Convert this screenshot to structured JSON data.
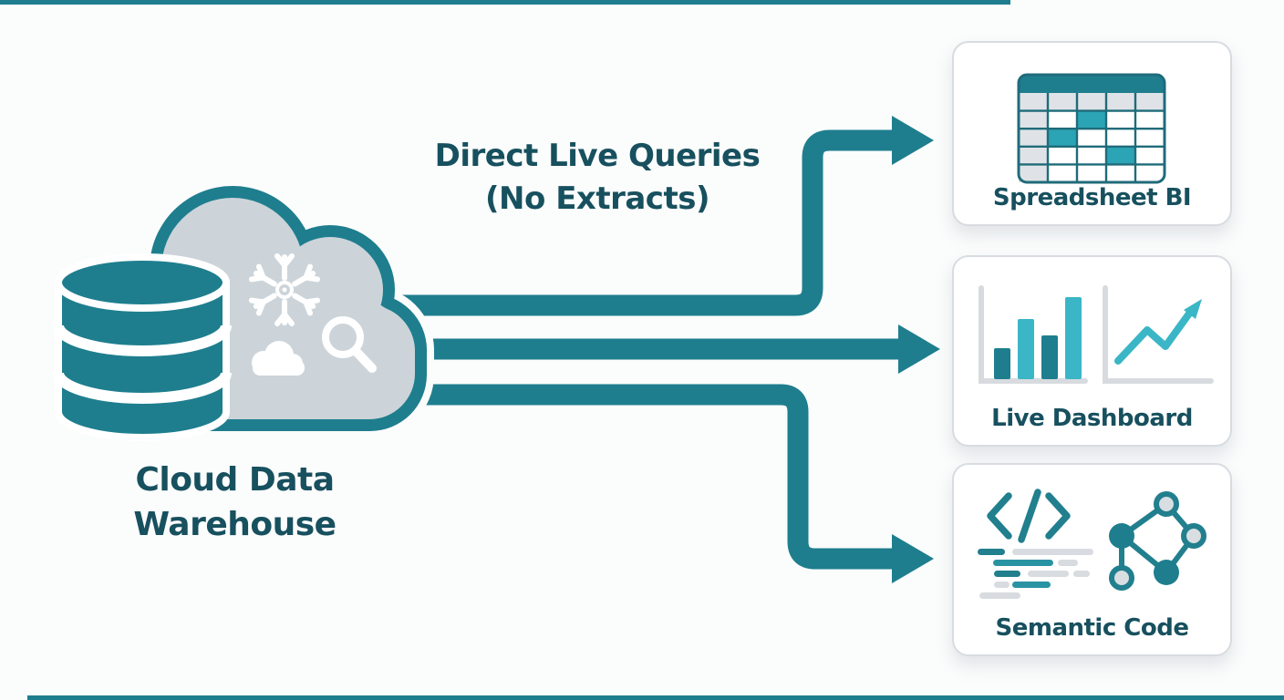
{
  "diagram": {
    "source": {
      "line1": "Cloud Data",
      "line2": "Warehouse",
      "icon": "database-cylinder-with-cloud-icon"
    },
    "flow_label": {
      "line1": "Direct Live Queries",
      "line2": "(No Extracts)"
    },
    "targets": [
      {
        "label": "Spreadsheet BI",
        "icon": "spreadsheet-table-icon",
        "arrow": "elbow-up-right"
      },
      {
        "label": "Live Dashboard",
        "icon": "bar-chart-and-trend-line-icon",
        "arrow": "straight-right"
      },
      {
        "label": "Semantic Code",
        "icon": "code-and-knowledge-graph-icon",
        "arrow": "elbow-down-right"
      }
    ],
    "colors": {
      "teal": "#1e7e8e",
      "teal_light": "#3ab6c6",
      "text_dark": "#17505e",
      "cloud_gray": "#ccd4d9",
      "light_gray": "#d8dce0",
      "background": "#fbfcfc"
    }
  }
}
